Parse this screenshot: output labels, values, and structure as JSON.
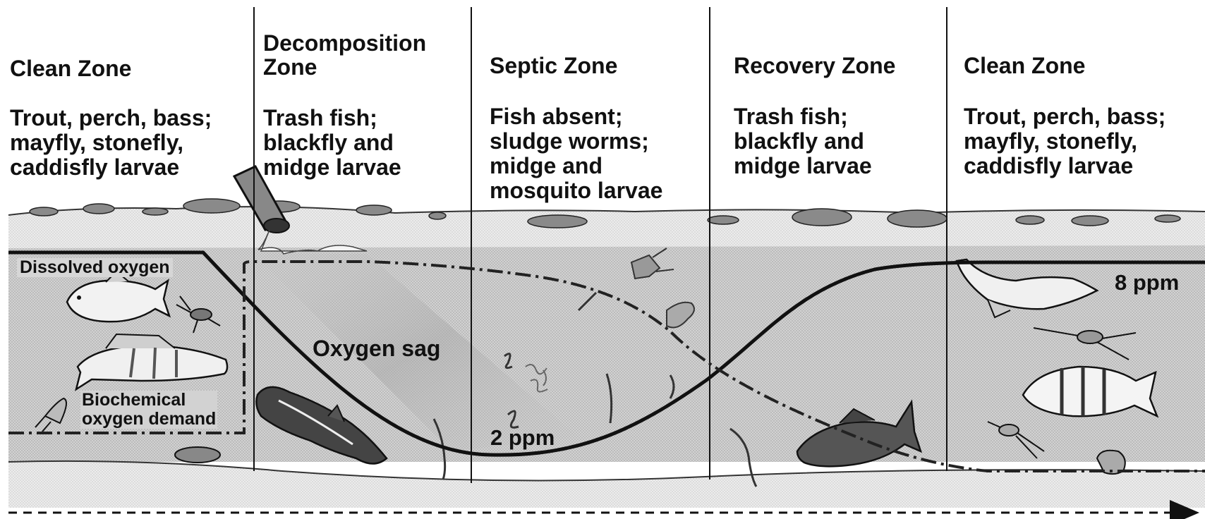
{
  "zones": [
    {
      "title": "Clean Zone",
      "description": "Trout, perch, bass;\nmayfly, stonefly,\ncaddisfly larvae"
    },
    {
      "title": "Decomposition\nZone",
      "description": "Trash fish;\nblackfly and\nmidge larvae"
    },
    {
      "title": "Septic Zone",
      "description": "Fish absent;\nsludge worms;\nmidge and\nmosquito larvae"
    },
    {
      "title": "Recovery Zone",
      "description": "Trash fish;\nblackfly and\nmidge larvae"
    },
    {
      "title": "Clean Zone",
      "description": "Trout, perch, bass;\nmayfly, stonefly,\ncaddisfly larvae"
    }
  ],
  "labels": {
    "dissolved_oxygen": "Dissolved oxygen",
    "bod": "Biochemical\noxygen demand",
    "oxygen_sag": "Oxygen sag",
    "low_ppm": "2 ppm",
    "high_ppm": "8 ppm"
  },
  "colors": {
    "water": "#c9c9c9",
    "bank": "#e4e4e4",
    "line": "#111111"
  }
}
